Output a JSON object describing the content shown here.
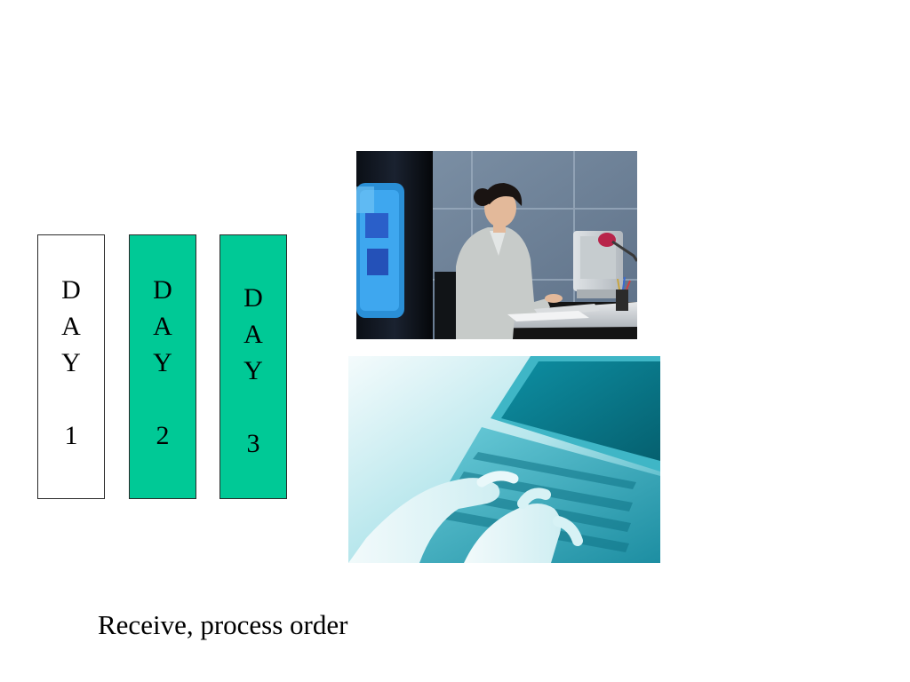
{
  "days": [
    {
      "letters": [
        "D",
        "A",
        "Y"
      ],
      "number": "1",
      "color": "#ffffff"
    },
    {
      "letters": [
        "D",
        "A",
        "Y"
      ],
      "number": "2",
      "color": "#00c996"
    },
    {
      "letters": [
        "D",
        "A",
        "Y"
      ],
      "number": "3",
      "color": "#00c996"
    }
  ],
  "caption": "Receive, process order"
}
